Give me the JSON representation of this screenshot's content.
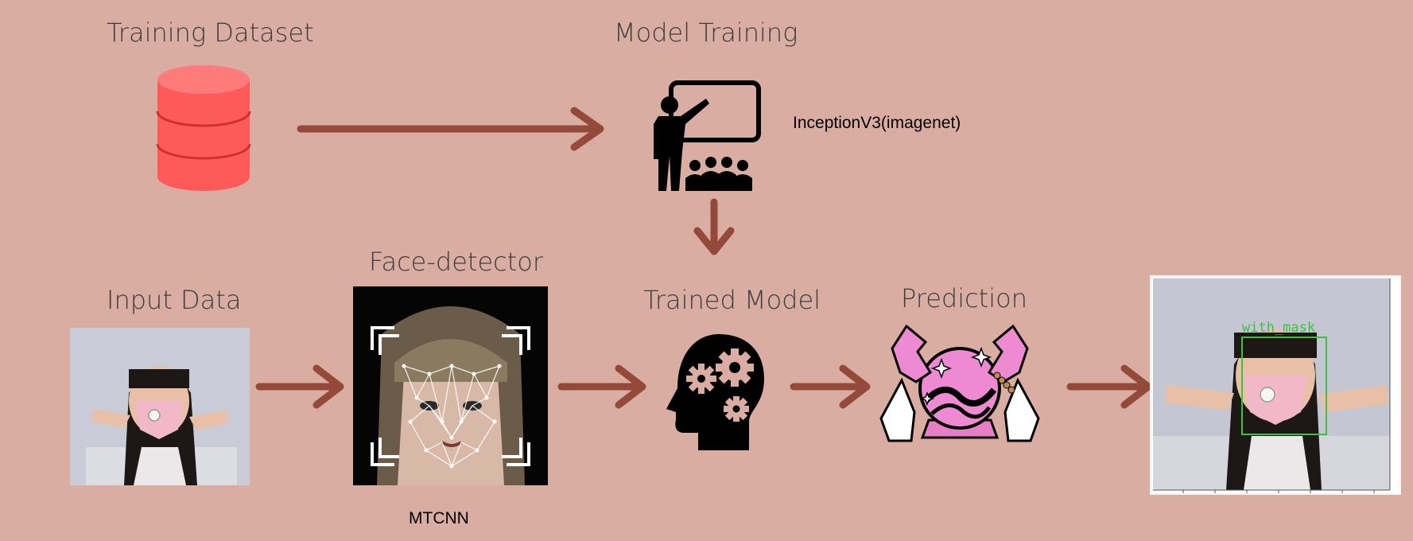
{
  "stages": {
    "training_dataset": "Training Dataset",
    "model_training": "Model Training",
    "face_detector": "Face-detector",
    "input_data": "Input Data",
    "trained_model": "Trained Model",
    "prediction": "Prediction"
  },
  "notes": {
    "inception": "InceptionV3(imagenet)",
    "mtcnn": "MTCNN"
  },
  "output_box_label": "with_mask",
  "colors": {
    "background": "#daada3",
    "arrow": "#944a38",
    "database": "#ff5a5a",
    "mask_box": "#3ec23e"
  }
}
